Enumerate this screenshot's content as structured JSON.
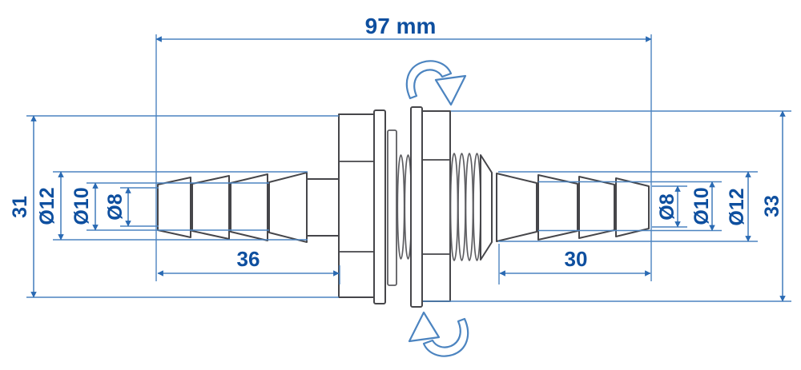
{
  "drawing": {
    "dimensions": {
      "overall_length": "97 mm",
      "left_body_height": "31",
      "left_barb_dia_outer": "Ø12",
      "left_barb_dia_mid": "Ø10",
      "left_barb_dia_tip": "Ø8",
      "left_tail_length": "36",
      "right_tail_length": "30",
      "right_barb_dia_tip": "Ø8",
      "right_barb_dia_mid": "Ø10",
      "right_barb_dia_outer": "Ø12",
      "right_body_height": "33"
    },
    "colors": {
      "dimension-line": "#4c84c0",
      "dimension-arrow": "#2a6ab3",
      "dimension-text": "#0e4f9f",
      "part-outline": "#46464a",
      "part-detail": "#5d5d61",
      "background": "#ffffff"
    }
  }
}
